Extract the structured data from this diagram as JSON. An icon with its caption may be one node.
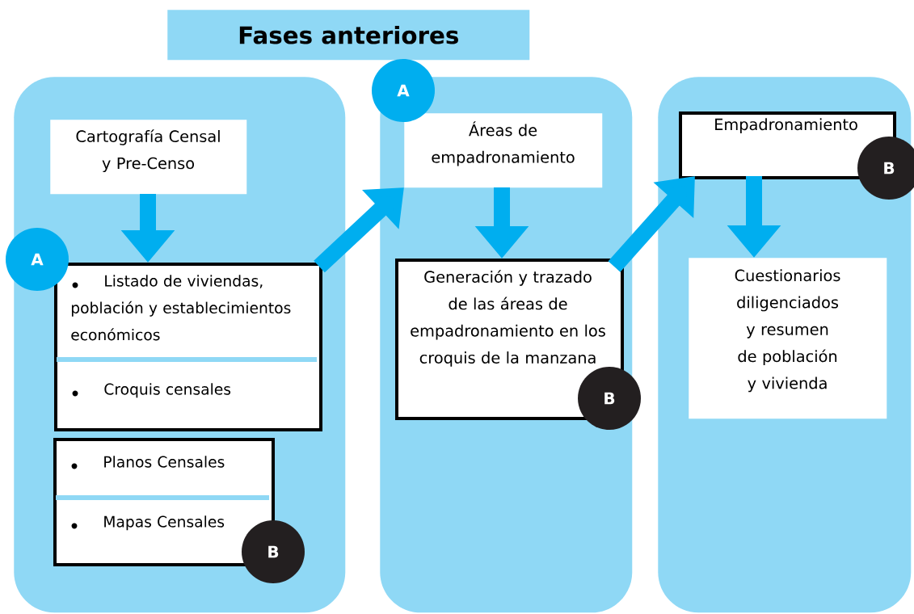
{
  "diagram": {
    "title": "Fases anteriores",
    "nodes": [
      {
        "text": [],
        "shape": "box"
      },
      {
        "text": [
          "Cartografía Censal y Pre-Censo"
        ],
        "in": 0
      },
      {
        "text": [
          "Listado de viviendas, población y establecimientos económicos",
          "Croquis censales"
        ],
        "in": 0
      },
      {
        "text": [
          "Planos Censales",
          "Mapas Censales"
        ],
        "in": 0
      },
      {
        "text": [
          "A"
        ]
      },
      {
        "text": [
          "B"
        ],
        "in": 0
      },
      {
        "text": [],
        "shape": "box"
      },
      {
        "text": [
          "Áreas de empadronamiento"
        ],
        "in": 6
      },
      {
        "text": [
          "Generación y trazado de las áreas de empadronamiento en los croquis de la manzana"
        ],
        "in": 6
      },
      {
        "text": [
          "A"
        ]
      },
      {
        "text": [
          "B"
        ]
      },
      {
        "text": [],
        "shape": "box"
      },
      {
        "text": [
          "Empadronamiento"
        ],
        "in": 11
      },
      {
        "text": [
          "Cuestionarios diligenciados y resumen de población y vivienda"
        ],
        "in": 11
      },
      {
        "text": [
          "B"
        ]
      }
    ],
    "edges": [
      {
        "from": 1,
        "to": 2,
        "arrow": "to"
      },
      {
        "from": 2,
        "to": 7,
        "arrow": "to"
      },
      {
        "from": 7,
        "to": 8,
        "arrow": "to"
      },
      {
        "from": 8,
        "to": 12,
        "arrow": "to"
      },
      {
        "from": 12,
        "to": 13,
        "arrow": "to"
      }
    ]
  }
}
